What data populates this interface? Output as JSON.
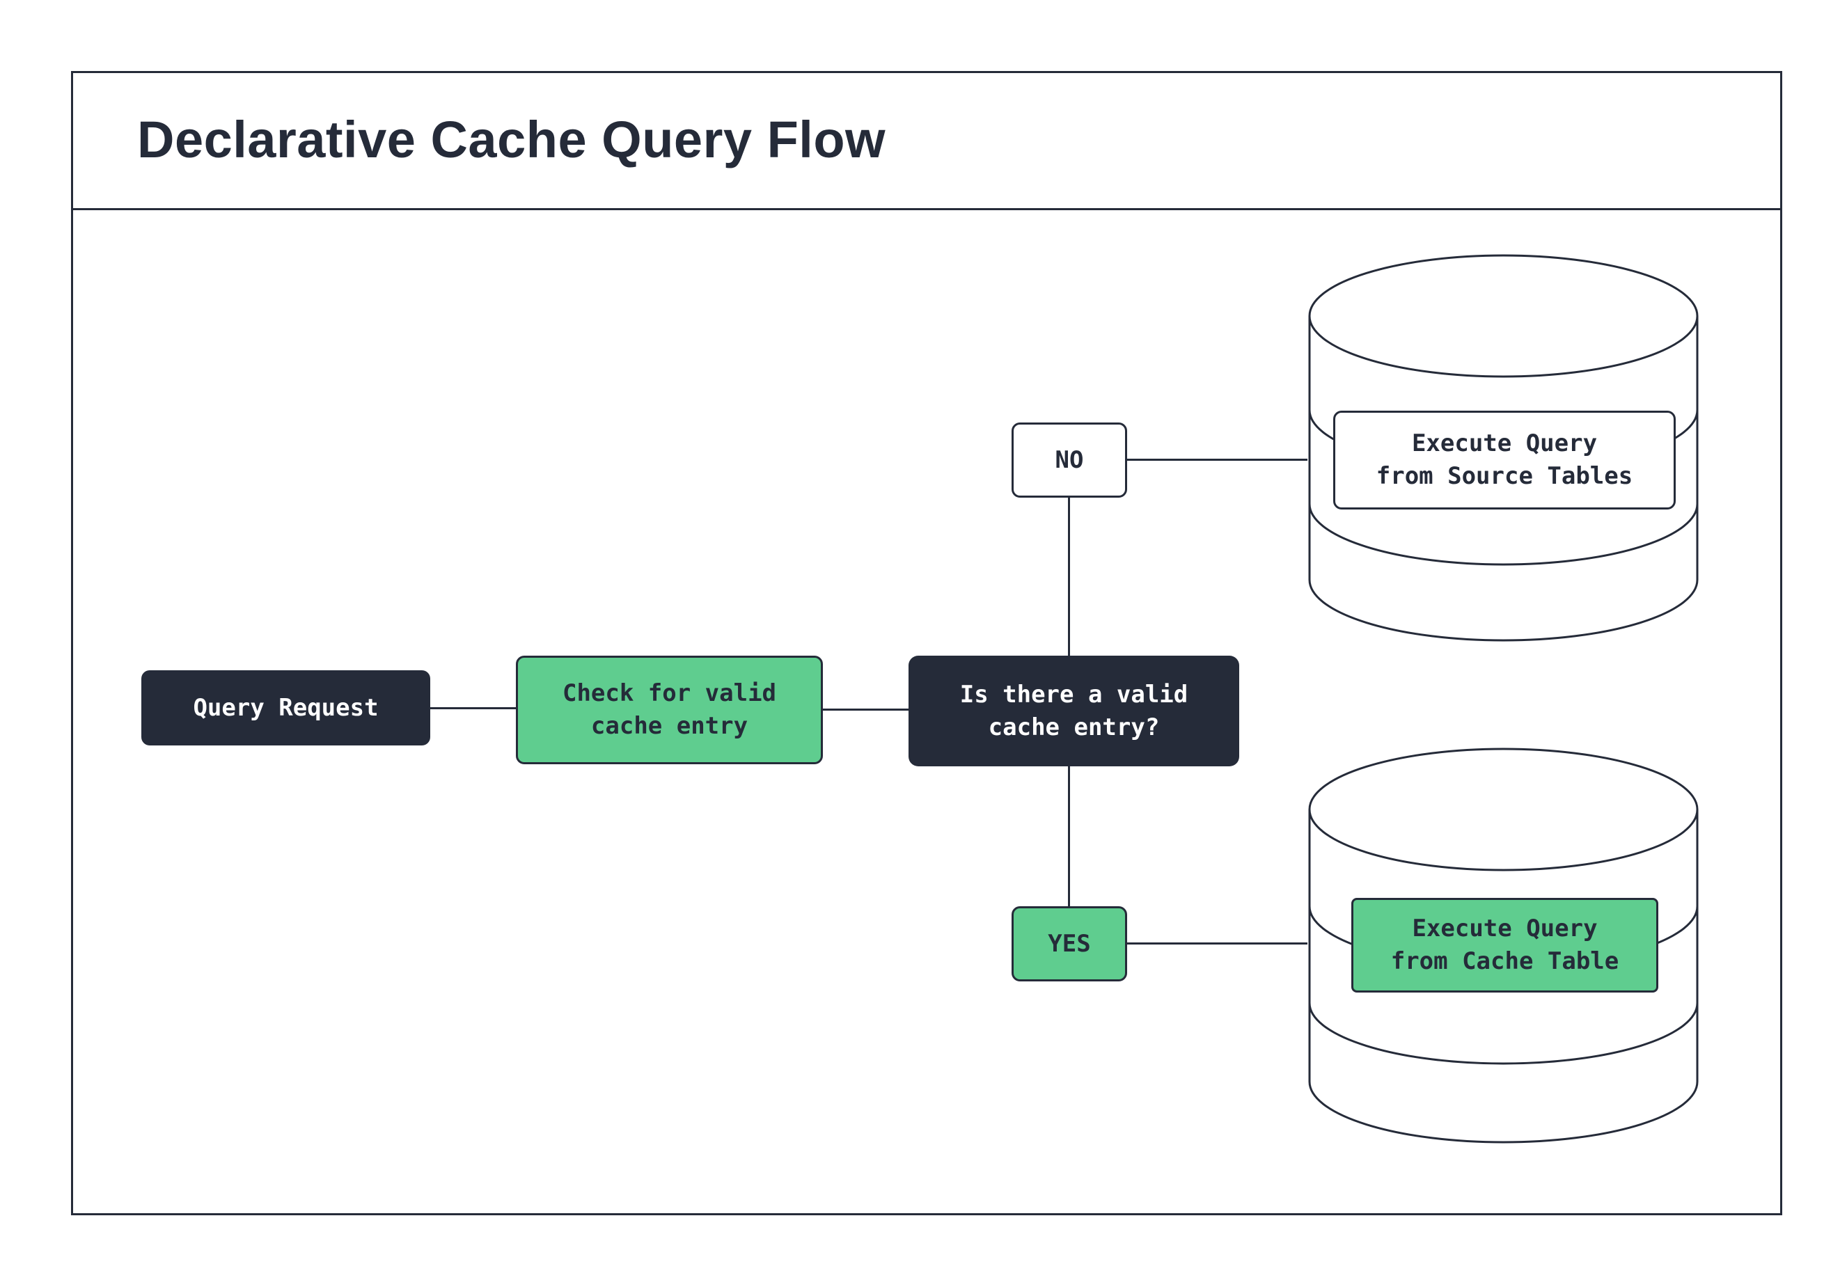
{
  "title": "Declarative Cache Query Flow",
  "nodes": {
    "query_request": "Query Request",
    "check_cache": "Check for valid\ncache entry",
    "decision": "Is there a valid\ncache entry?",
    "no_label": "NO",
    "yes_label": "YES",
    "execute_source": "Execute Query\nfrom Source Tables",
    "execute_cache": "Execute Query\nfrom Cache Table"
  },
  "colors": {
    "dark": "#252b39",
    "green": "#5fcd8f",
    "background": "#ffffff"
  }
}
